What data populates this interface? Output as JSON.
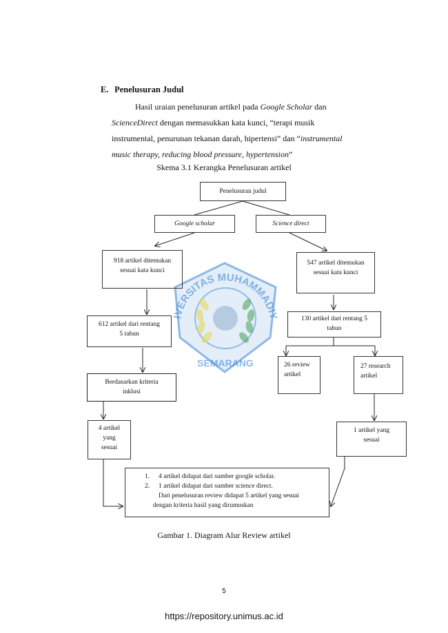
{
  "section": {
    "label": "E.",
    "title": "Penelusuran Judul"
  },
  "paragraph": {
    "line1_a": "Hasil uraian   penelusuran artikel pada ",
    "line1_b": "Google  Scholar",
    "line1_c": " dan",
    "line2_a": "ScienceDirect",
    "line2_b": " dengan   memasukkan kata  kunci, “terapi musik",
    "line3": "instrumental, penurunan tekanan darah, hipertensi” dan “",
    "line3_b": "instrumental",
    "line4_a": "music therapy, reducing blood pressure,  hypertension",
    "line4_b": "”"
  },
  "schema_title": "Skema 3.1 Kerangka Penelusuran artikel",
  "diagram": {
    "root": "Penelusuran judul",
    "google": "Google scholar",
    "science": "Science direct",
    "g_found_1": "918 artikel ditemukan",
    "g_found_2": "sesuai kata kunci",
    "s_found_1": "547 artikel ditemukan",
    "s_found_2": "sesuai kata kunci",
    "g_range_1": "612 artikel dari rentang",
    "g_range_2": "5 tahun",
    "s_range_1": "130 artikel dari rentang 5",
    "s_range_2": "tahun",
    "review_1": "26 review",
    "review_2": "artikel",
    "research_1": "27  research",
    "research_2": "artikel",
    "inclusion_1": "Berdasarkan kriteria",
    "inclusion_2": "inklusi",
    "g_final_1": "4 artikel",
    "g_final_2": "yang",
    "g_final_3": "sesuai",
    "s_final_1": "1 artikel yang",
    "s_final_2": "sesuai",
    "result_1_num": "1.",
    "result_1": "4 artikel didapat dari sumber google scholar.",
    "result_2_num": "2.",
    "result_2": "1 artikel didapat dari sumber science direct.",
    "result_3": "Dari penelusuran review didapat 5 artikel yang sesuai",
    "result_4": "dengan kriteria hasil yang dirumuskan"
  },
  "watermark": {
    "top_text": "UNIVERSITAS MUHAMMADIYAH",
    "bottom_text": "SEMARANG",
    "colors": {
      "blue": "#2f7fd0",
      "yellow": "#e8d84a",
      "green": "#3a9a4a"
    }
  },
  "figure_caption": "Gambar 1. Diagram Alur Review artikel",
  "page_number": "5",
  "footer_url": "https://repository.unimus.ac.id"
}
